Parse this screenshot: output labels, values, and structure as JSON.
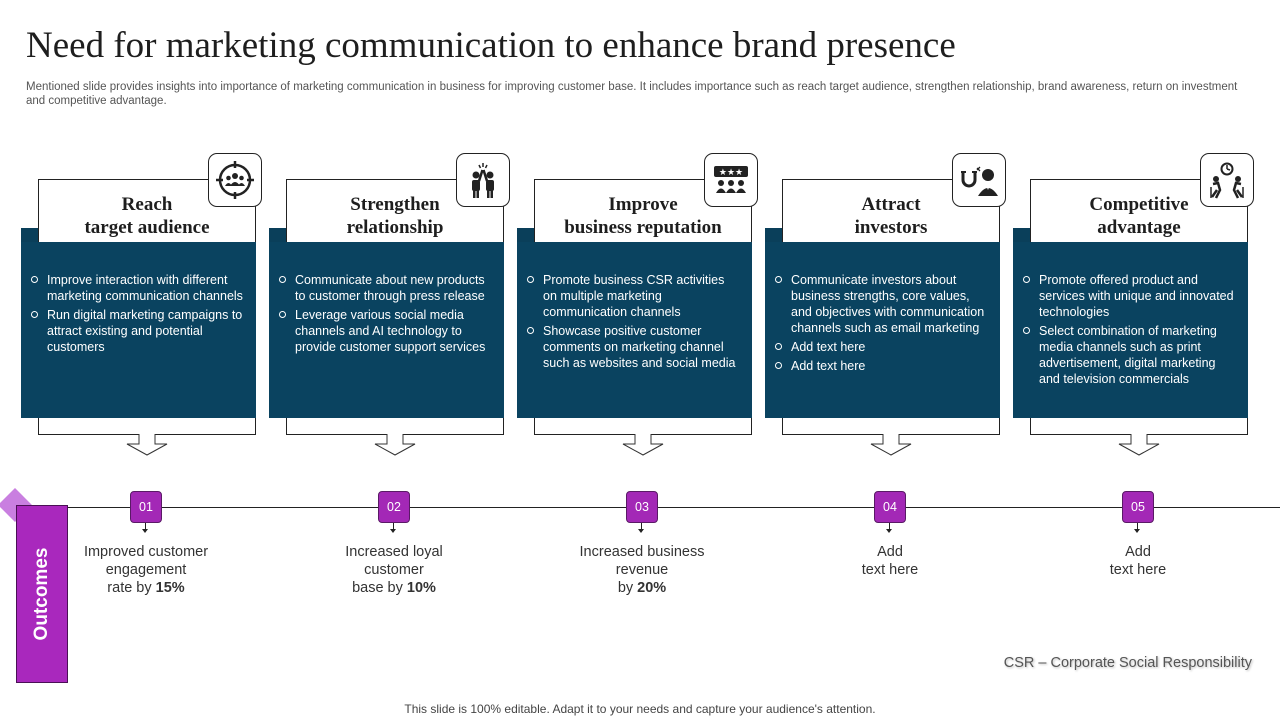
{
  "slide": {
    "title": "Need for marketing communication to enhance brand presence",
    "subtitle": "Mentioned slide provides insights into importance of marketing communication in business for improving customer base. It includes importance such as reach target audience, strengthen relationship, brand awareness, return on investment and competitive advantage."
  },
  "cards": [
    {
      "title_line1": "Reach",
      "title_line2": "target audience",
      "icon": "audience-target-icon",
      "bullets": [
        "Improve  interaction with different marketing communication channels",
        "Run digital marketing campaigns to attract existing and potential customers"
      ]
    },
    {
      "title_line1": "Strengthen",
      "title_line2": "relationship",
      "icon": "high-five-icon",
      "bullets": [
        "Communicate about new products to customer through press release",
        "Leverage  various social media channels and AI technology to provide  customer support services"
      ]
    },
    {
      "title_line1": "Improve",
      "title_line2": "business reputation",
      "icon": "rating-stars-icon",
      "bullets": [
        "Promote business CSR activities on multiple marketing communication channels",
        "Showcase positive customer comments on marketing channel such as websites and social media"
      ]
    },
    {
      "title_line1": "Attract",
      "title_line2": "investors",
      "icon": "magnet-investor-icon",
      "bullets": [
        "Communicate investors about business strengths, core values, and objectives with communication channels such as email marketing",
        "Add text here",
        "Add text here"
      ]
    },
    {
      "title_line1": "Competitive",
      "title_line2": "advantage",
      "icon": "competition-race-icon",
      "bullets": [
        "Promote offered product and services with unique and innovated technologies",
        "Select combination of marketing media channels such as print advertisement,  digital marketing and television commercials"
      ]
    }
  ],
  "outcomes": {
    "label": "Outcomes",
    "items": [
      {
        "num": "01",
        "line1": "Improved customer",
        "line2": "engagement",
        "line3_pre": "rate by ",
        "line3_bold": "15%"
      },
      {
        "num": "02",
        "line1": "Increased loyal",
        "line2": "customer",
        "line3_pre": "base by ",
        "line3_bold": "10%"
      },
      {
        "num": "03",
        "line1": "Increased business",
        "line2": "revenue",
        "line3_pre": "by ",
        "line3_bold": "20%"
      },
      {
        "num": "04",
        "line1": "Add",
        "line2": "text here",
        "line3_pre": "",
        "line3_bold": ""
      },
      {
        "num": "05",
        "line1": "Add",
        "line2": "text here",
        "line3_pre": "",
        "line3_bold": ""
      }
    ]
  },
  "footnote": "CSR – Corporate Social Responsibility",
  "footer": "This slide is 100% editable. Adapt it to your needs and capture your audience's attention.",
  "colors": {
    "panel": "#0a4360",
    "accent": "#a328b6",
    "diamond": "#c97fe0"
  }
}
